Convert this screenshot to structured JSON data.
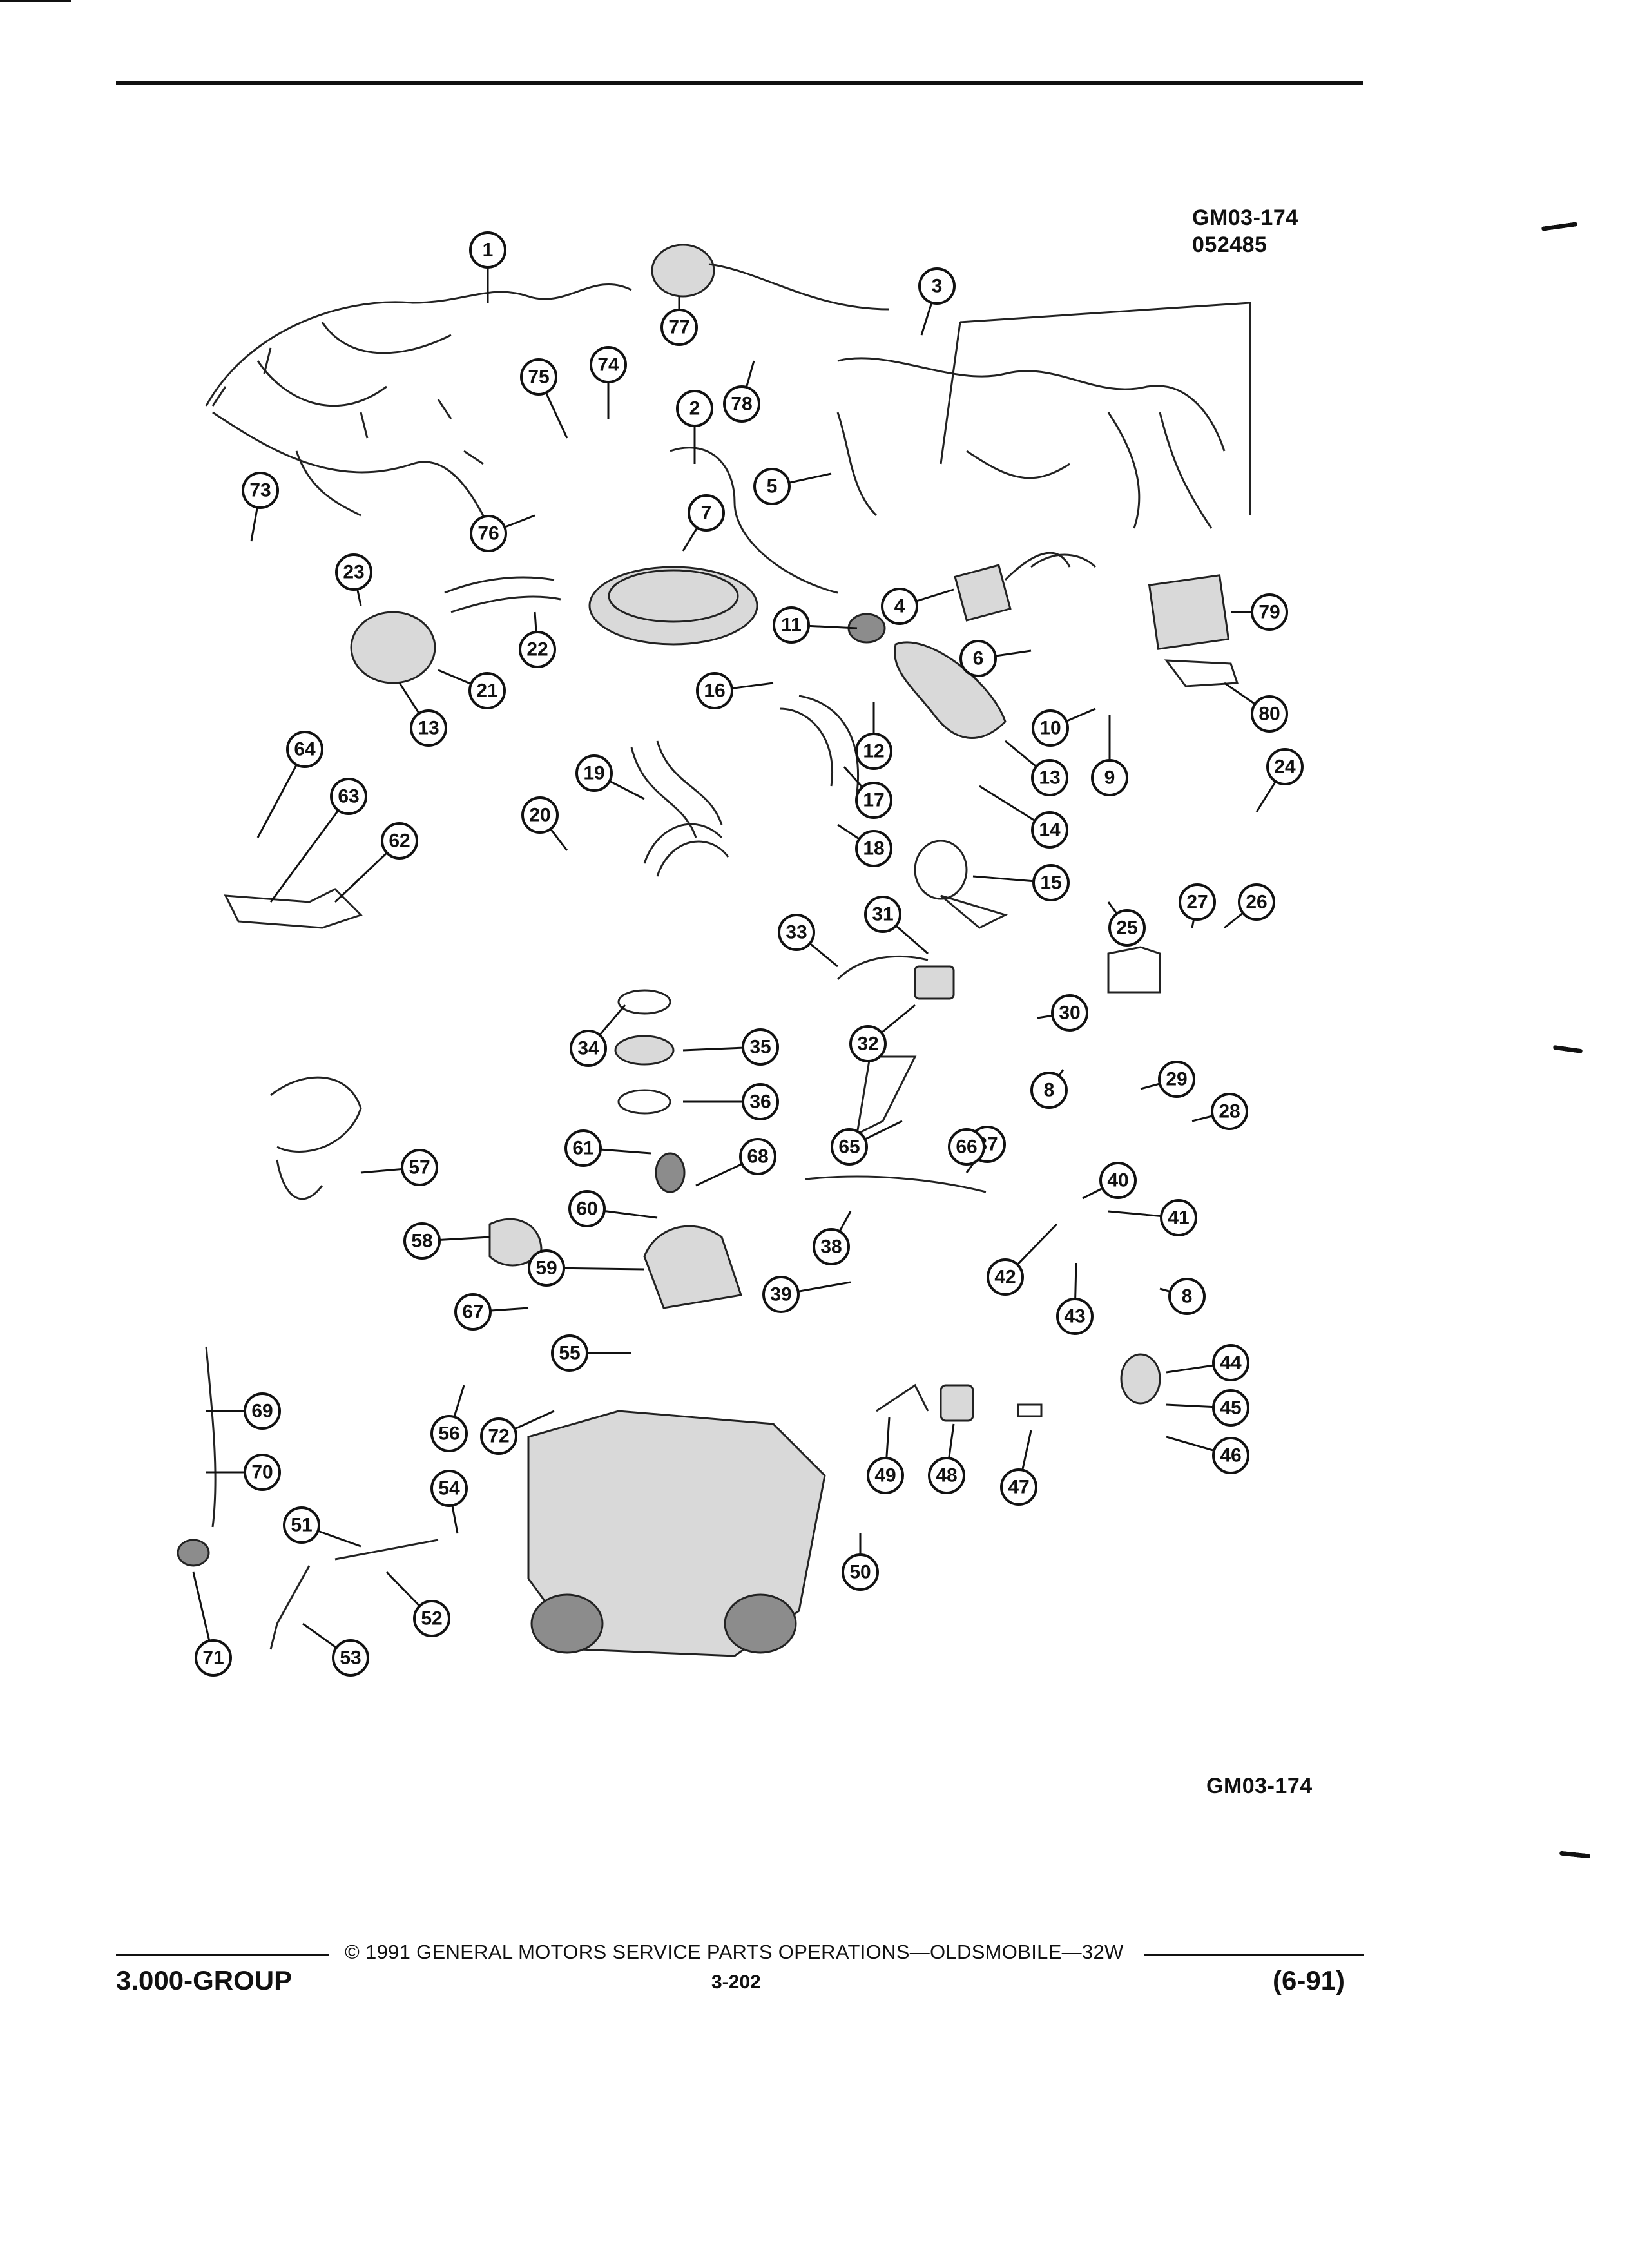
{
  "figure_code": "GM03-174",
  "figure_date_code": "052485",
  "figure_code_bottom": "GM03-174",
  "footer": {
    "copyright": "© 1991 GENERAL MOTORS SERVICE PARTS OPERATIONS—OLDSMOBILE—32W",
    "group": "3.000-GROUP",
    "page": "3-202",
    "date": "(6-91)"
  },
  "callouts": [
    "1",
    "2",
    "3",
    "4",
    "5",
    "6",
    "7",
    "8",
    "8",
    "9",
    "10",
    "11",
    "12",
    "13",
    "13",
    "14",
    "15",
    "16",
    "17",
    "18",
    "19",
    "20",
    "21",
    "22",
    "23",
    "24",
    "25",
    "26",
    "27",
    "28",
    "29",
    "30",
    "31",
    "32",
    "33",
    "34",
    "35",
    "36",
    "37",
    "38",
    "39",
    "40",
    "41",
    "42",
    "43",
    "44",
    "45",
    "46",
    "47",
    "48",
    "49",
    "50",
    "51",
    "52",
    "53",
    "54",
    "55",
    "56",
    "57",
    "58",
    "59",
    "60",
    "61",
    "62",
    "63",
    "64",
    "65",
    "66",
    "67",
    "68",
    "69",
    "70",
    "71",
    "72",
    "73",
    "74",
    "75",
    "76",
    "77",
    "78",
    "79",
    "80"
  ]
}
